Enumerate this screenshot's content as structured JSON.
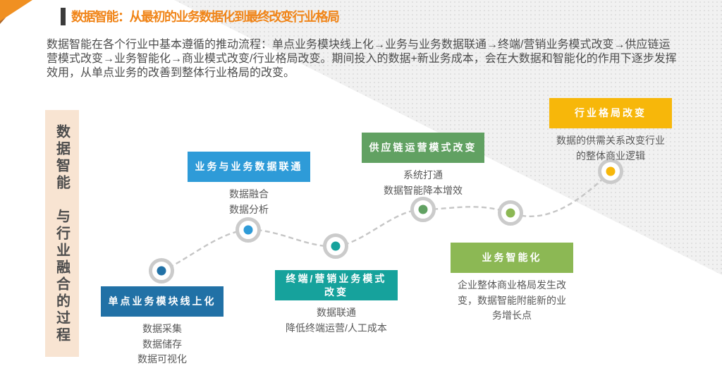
{
  "header": {
    "title": "数据智能：从最初的业务数据化到最终改变行业格局",
    "title_color": "#f08519",
    "body_lines": [
      "数据智能在各个行业中基本遵循的推动流程：单点业务模块线上化→业务与业务数据联通→终端/营销业务模式改变→供应链运",
      "营模式改变→业务智能化→商业模式改变/行业格局改变。期间投入的数据+新业务成本，会在大数据和智能化的作用下逐步发挥",
      "效用，从单点业务的改善到整体行业格局的改变。"
    ]
  },
  "sidebar": {
    "label": "数据智能　与行业融合的过程",
    "bg_color": "#f8e4d2"
  },
  "milestones": [
    {
      "label": "单点业务模块线上化",
      "color": "#2171a6",
      "details": [
        "数据采集",
        "数据储存",
        "数据可视化"
      ]
    },
    {
      "label": "业务与业务数据联通",
      "color": "#2e9bd8",
      "details": [
        "数据融合",
        "数据分析"
      ]
    },
    {
      "label_lines": [
        "终端/营销业务模式",
        "改变"
      ],
      "color": "#16a29c",
      "details": [
        "数据联通",
        "降低终端运营/人工成本"
      ]
    },
    {
      "label": "供应链运营模式改变",
      "color": "#61a162",
      "details": [
        "系统打通",
        "数据智能降本增效"
      ]
    },
    {
      "label": "业务智能化",
      "color": "#8cb854",
      "details": [
        "企业整体商业格局发生改",
        "变，数据智能附能新的业",
        "务增长点"
      ]
    },
    {
      "label": "行业格局改变",
      "color": "#f7b70a",
      "details": [
        "数据的供需关系改变行业",
        "的整体商业逻辑"
      ]
    }
  ],
  "decor": {
    "corner_triangle_color": "#f09022",
    "dash_color": "#c6c6c6",
    "node_ring_color": "#cbcbcb"
  }
}
